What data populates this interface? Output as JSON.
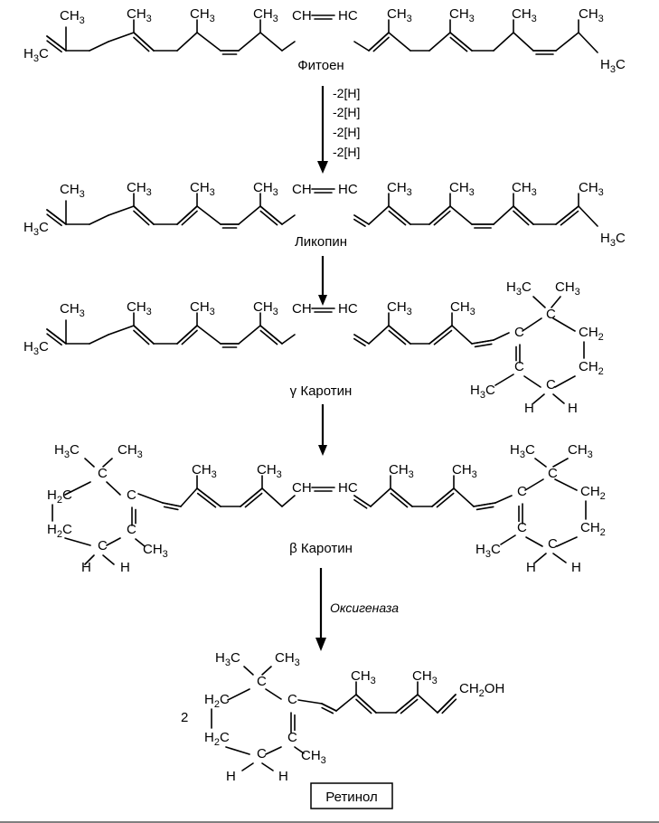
{
  "labels": {
    "phytoene": "Фитоен",
    "lycopene": "Ликопин",
    "gamma_carotene": "γ Каротин",
    "beta_carotene": "β Каротин",
    "retinol": "Ретинол"
  },
  "reagents": {
    "dehydrogenation": [
      "-2[H]",
      "-2[H]",
      "-2[H]",
      "-2[H]"
    ],
    "oxygenase": "Оксигеназа"
  },
  "stoichiometry": "2",
  "atoms": {
    "methyl": "CH",
    "methyl_sub": "3",
    "methyl_left": "H",
    "methyl_left_c": "C",
    "methylene": "CH",
    "methylene_sub": "2",
    "methylene_left": "H",
    "methylene_left_c": "C",
    "carbon": "C",
    "hydrogen": "H",
    "ch_right": "CH",
    "hc_left": "HC",
    "hydroxymethyl": "CH",
    "hydroxymethyl_tail": "OH"
  }
}
